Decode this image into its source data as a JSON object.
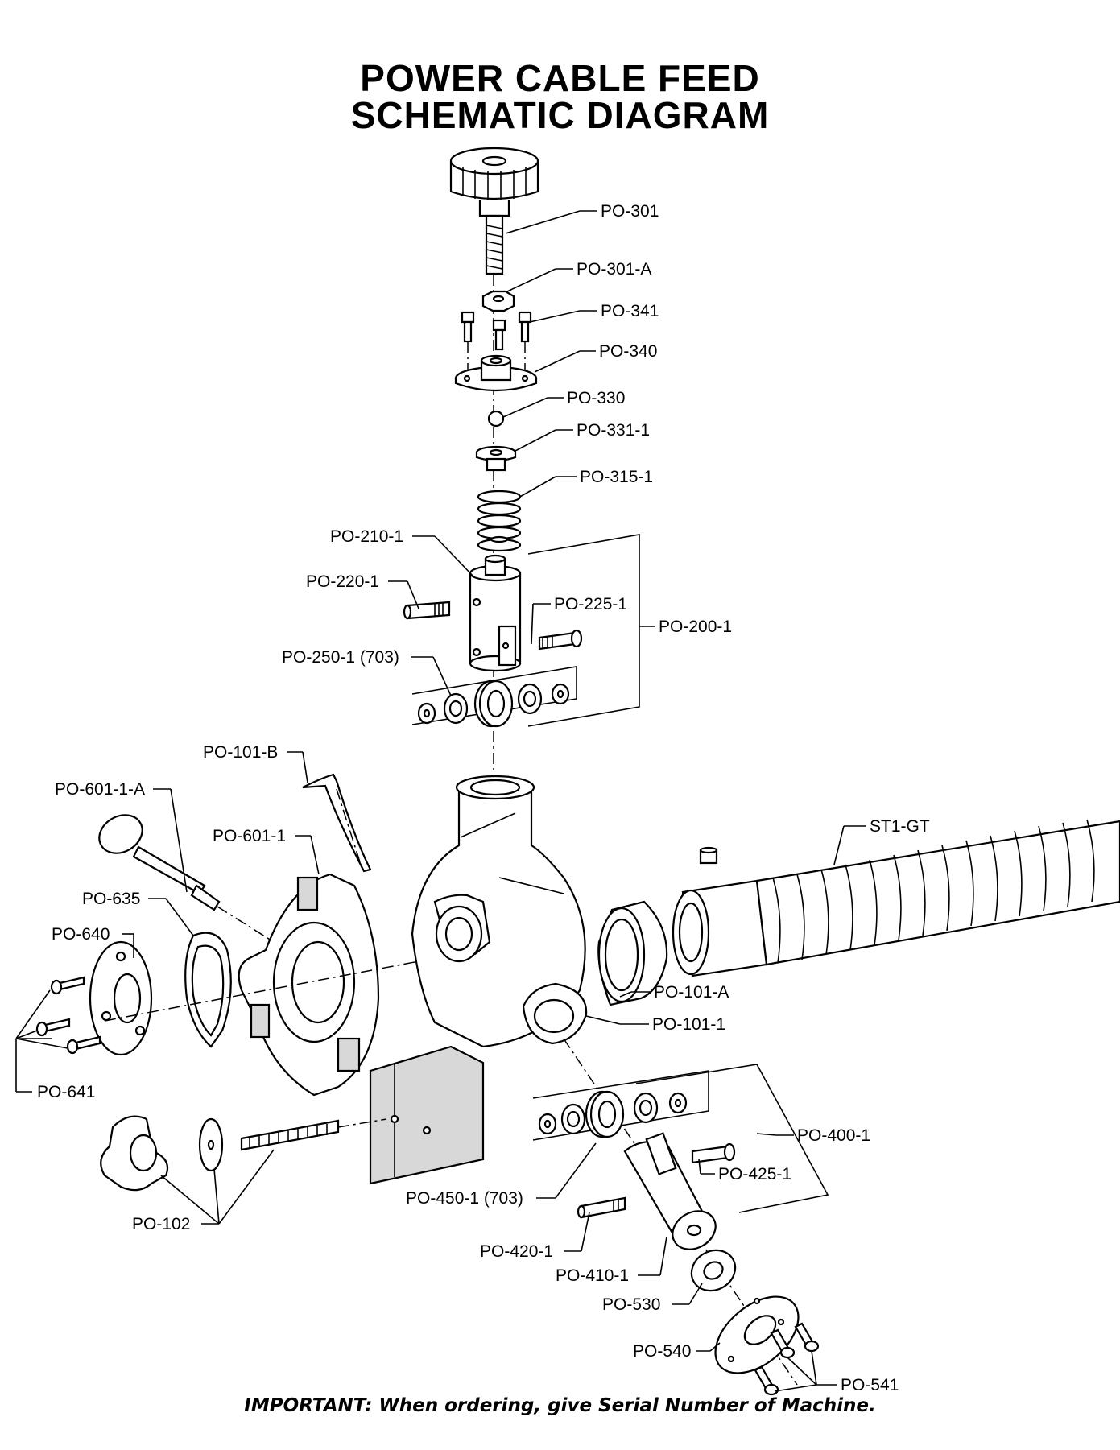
{
  "title": {
    "line1": "POWER CABLE FEED",
    "line2": "SCHEMATIC DIAGRAM"
  },
  "labels": {
    "po_301": "PO-301",
    "po_301_a": "PO-301-A",
    "po_341": "PO-341",
    "po_340": "PO-340",
    "po_330": "PO-330",
    "po_331_1": "PO-331-1",
    "po_315_1": "PO-315-1",
    "po_210_1": "PO-210-1",
    "po_220_1": "PO-220-1",
    "po_225_1": "PO-225-1",
    "po_200_1": "PO-200-1",
    "po_250_1": "PO-250-1 (703)",
    "po_101_b": "PO-101-B",
    "po_601_1_a": "PO-601-1-A",
    "po_601_1": "PO-601-1",
    "st1_gt": "ST1-GT",
    "po_635": "PO-635",
    "po_640": "PO-640",
    "po_101_a": "PO-101-A",
    "po_101_1": "PO-101-1",
    "po_641": "PO-641",
    "po_400_1": "PO-400-1",
    "po_425_1": "PO-425-1",
    "po_450_1": "PO-450-1 (703)",
    "po_102": "PO-102",
    "po_420_1": "PO-420-1",
    "po_410_1": "PO-410-1",
    "po_530": "PO-530",
    "po_540": "PO-540",
    "po_541": "PO-541"
  },
  "footer_note": "IMPORTANT: When ordering, give Serial Number of Machine."
}
